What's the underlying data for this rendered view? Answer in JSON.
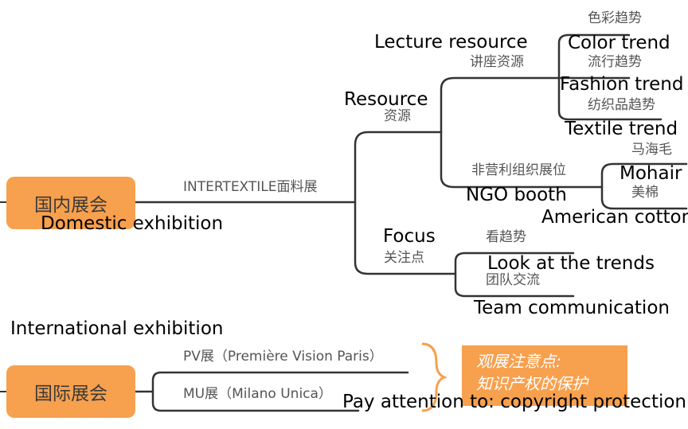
{
  "root1": {
    "zh": "国内展会",
    "en": "Domestic exhibition",
    "branch_label": "INTERTEXTILE面料展",
    "resource": {
      "en": "Resource",
      "zh": "资源",
      "lecture": {
        "en": "Lecture resource",
        "zh": "讲座资源",
        "leaves": [
          {
            "zh": "色彩趋势",
            "en": "Color trend"
          },
          {
            "zh": "流行趋势",
            "en": "Fashion trend"
          },
          {
            "zh": "纺织品趋势",
            "en": "Textile trend"
          }
        ]
      },
      "ngo": {
        "zh": "非营利组织展位",
        "en": "NGO booth",
        "leaves": [
          {
            "zh": "马海毛",
            "en": "Mohair"
          },
          {
            "zh": "美棉",
            "en": "American cotton"
          }
        ]
      }
    },
    "focus": {
      "en": "Focus",
      "zh": "关注点",
      "leaves": [
        {
          "zh": "看趋势",
          "en": "Look at the trends"
        },
        {
          "zh": "团队交流",
          "en": "Team communication"
        }
      ]
    }
  },
  "root2": {
    "zh": "国际展会",
    "en": "International exhibition",
    "branches": [
      "PV展（Première Vision Paris）",
      "MU展（Milano Unica）"
    ]
  },
  "callout": {
    "line1": "观展注意点:",
    "line2": "知识产权的保护",
    "en": "Pay attention to: copyright protection"
  },
  "colors": {
    "node_fill": "#f7a04e",
    "line": "#333333",
    "bracket": "#f7a04e"
  }
}
